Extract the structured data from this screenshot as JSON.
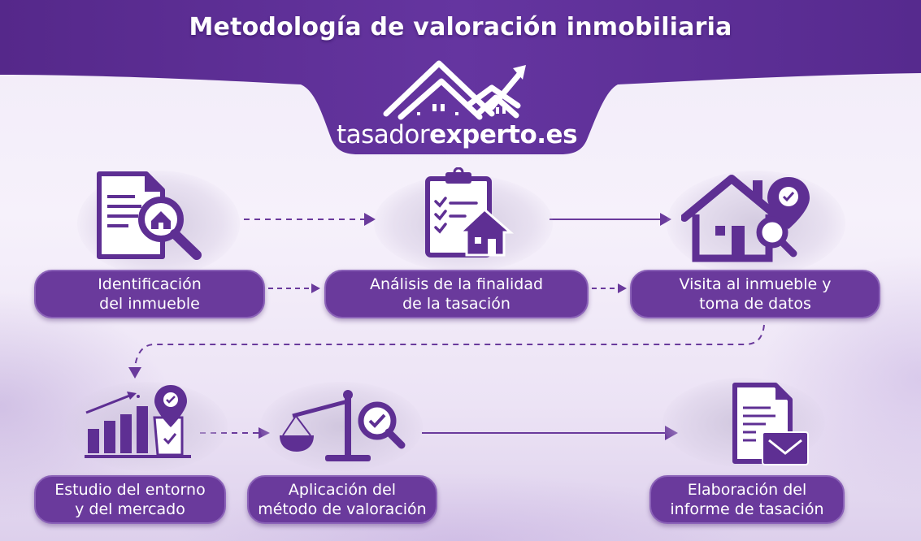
{
  "header": {
    "title": "Metodología de valoración inmobiliaria",
    "brand_color": "#5a2d91",
    "logo": {
      "icon": "houses-rising-arrow-icon",
      "text_light": "tasador",
      "text_bold": "experto.es"
    }
  },
  "steps": [
    {
      "id": 1,
      "icon": "document-house-search-icon",
      "line1": "Identificación",
      "line2": "del inmueble"
    },
    {
      "id": 2,
      "icon": "clipboard-checklist-house-icon",
      "line1": "Análisis de la finalidad",
      "line2": "de la tasación"
    },
    {
      "id": 3,
      "icon": "house-location-search-icon",
      "line1": "Visita al inmueble y",
      "line2": "toma de datos"
    },
    {
      "id": 4,
      "icon": "bar-chart-location-icon",
      "line1": "Estudio del entorno",
      "line2": "y del mercado"
    },
    {
      "id": 5,
      "icon": "scale-search-check-icon",
      "line1": "Aplicación del",
      "line2": "método de valoración"
    },
    {
      "id": 6,
      "icon": "document-envelope-icon",
      "line1": "Elaboración del",
      "line2": "informe de tasación"
    }
  ],
  "connectors": [
    {
      "from": 1,
      "to": 2,
      "style": "dashed"
    },
    {
      "from": 2,
      "to": 3,
      "style": "solid"
    },
    {
      "from": 3,
      "to": 4,
      "style": "dashed-curved"
    },
    {
      "from": 4,
      "to": 5,
      "style": "dashed"
    },
    {
      "from": 5,
      "to": 6,
      "style": "solid"
    }
  ],
  "colors": {
    "primary": "#6a3a9c",
    "header": "#5a2d91",
    "icon": "#5e2f93",
    "background": "#f3eef9"
  }
}
